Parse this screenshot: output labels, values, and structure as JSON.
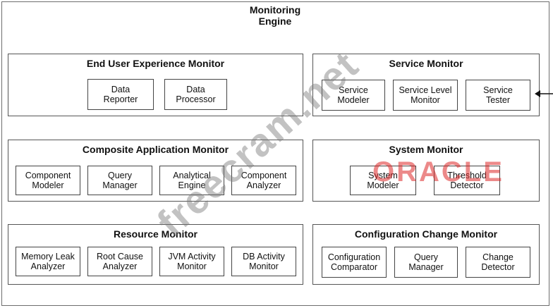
{
  "engine_title_line1": "Monitoring",
  "engine_title_line2": "Engine",
  "panels": {
    "end_user": {
      "title": "End User Experience Monitor",
      "boxes": [
        "Data\nReporter",
        "Data\nProcessor"
      ]
    },
    "service": {
      "title": "Service Monitor",
      "boxes": [
        "Service\nModeler",
        "Service Level\nMonitor",
        "Service\nTester"
      ]
    },
    "composite": {
      "title": "Composite Application Monitor",
      "boxes": [
        "Component\nModeler",
        "Query\nManager",
        "Analytical\nEngine",
        "Component\nAnalyzer"
      ]
    },
    "system": {
      "title": "System Monitor",
      "boxes": [
        "System\nModeler",
        "Threshold\nDetector"
      ]
    },
    "resource": {
      "title": "Resource Monitor",
      "boxes": [
        "Memory Leak\nAnalyzer",
        "Root Cause\nAnalyzer",
        "JVM Activity\nMonitor",
        "DB Activity\nMonitor"
      ]
    },
    "config": {
      "title": "Configuration Change Monitor",
      "boxes": [
        "Configuration\nComparator",
        "Query\nManager",
        "Change\nDetector"
      ]
    }
  },
  "watermark_text": "freecram.net",
  "oracle_text": "ORACLE"
}
